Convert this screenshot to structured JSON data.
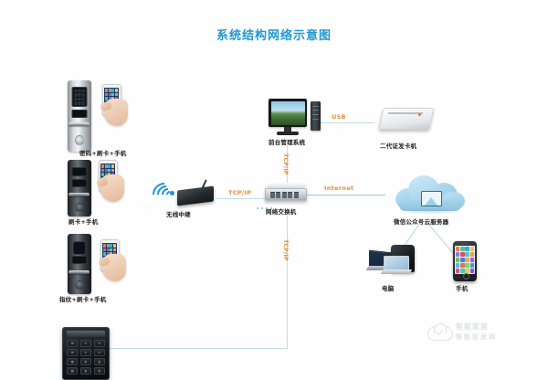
{
  "diagram": {
    "title": "系统结构网络示意图",
    "title_color": "#2196cf",
    "background": "#fefefe"
  },
  "nodes": [
    {
      "id": "lock_keypad_card_phone",
      "label": "密码+刷卡+手机",
      "type": "door-lock"
    },
    {
      "id": "lock_card_phone",
      "label": "刷卡+手机",
      "type": "door-lock"
    },
    {
      "id": "lock_fp_card_phone",
      "label": "指纹+刷卡+手机",
      "type": "door-lock"
    },
    {
      "id": "wireless_repeater",
      "label": "无线中继",
      "type": "repeater"
    },
    {
      "id": "network_switch",
      "label": "网络交换机",
      "type": "switch"
    },
    {
      "id": "front_desk_system",
      "label": "前台管理系统",
      "type": "desktop-pc"
    },
    {
      "id": "card_issuer",
      "label": "二代证发卡机",
      "type": "card-issuer"
    },
    {
      "id": "wechat_cloud_server",
      "label": "微信公众号云服务器",
      "type": "cloud"
    },
    {
      "id": "computer",
      "label": "电脑",
      "type": "computer"
    },
    {
      "id": "mobile_phone",
      "label": "手机",
      "type": "smartphone"
    },
    {
      "id": "access_keypad",
      "label": "",
      "type": "keypad-panel"
    }
  ],
  "links": [
    {
      "id": "link_repeater_switch",
      "label": "TCP/IP",
      "color": "#e08e3c",
      "orientation": "horizontal"
    },
    {
      "id": "link_pc_switch",
      "label": "TCP/IP",
      "color": "#e08e3c",
      "orientation": "vertical"
    },
    {
      "id": "link_switch_keypad",
      "label": "TCP/IP",
      "color": "#e08e3c",
      "orientation": "vertical"
    },
    {
      "id": "link_pc_issuer",
      "label": "USB",
      "color": "#e08e3c",
      "orientation": "horizontal"
    },
    {
      "id": "link_switch_cloud",
      "label": "Internet",
      "color": "#e08e3c",
      "orientation": "horizontal"
    }
  ],
  "watermark": {
    "line1": "智能家居",
    "line2": "智能家居网"
  }
}
